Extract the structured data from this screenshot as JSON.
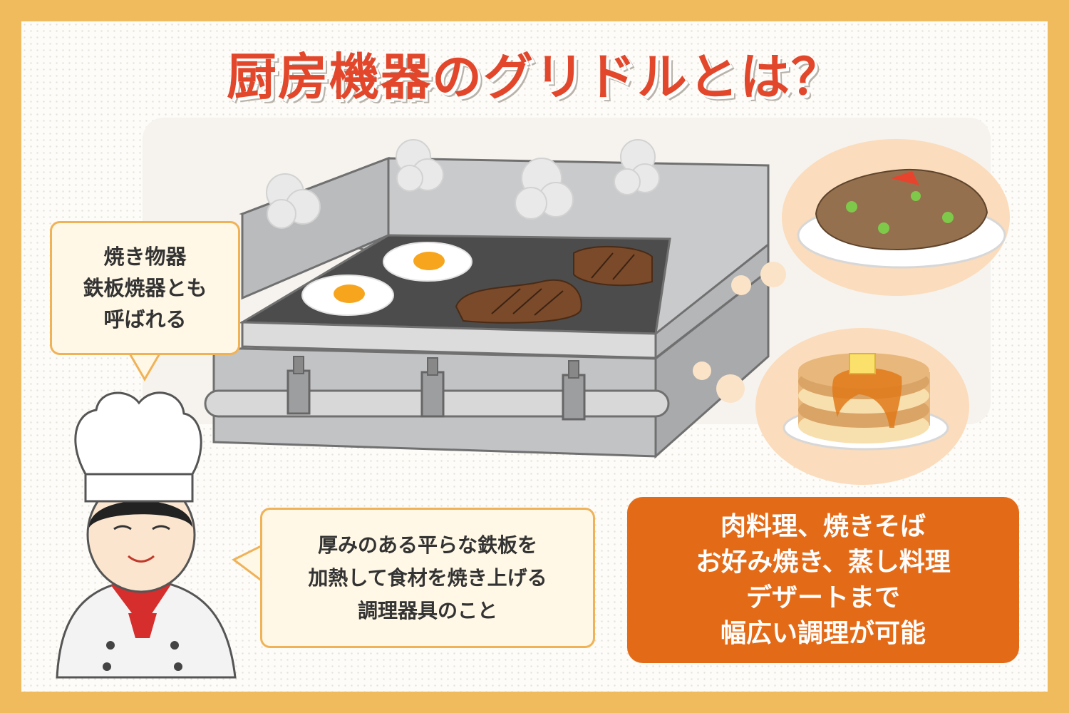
{
  "title": "厨房機器のグリドルとは？",
  "bubble_top_left": "焼き物器\n鉄板焼器とも\n呼ばれる",
  "bubble_bottom": "厚みのある平らな鉄板を\n加熱して食材を焼き上げる\n調理器具のこと",
  "bubble_orange": "肉料理、焼きそば\nお好み焼き、蒸し料理\nデザートまで\n幅広い調理が可能",
  "colors": {
    "background": "#efbb5c",
    "title": "#e2472b",
    "bubble_border": "#f0b257",
    "bubble_fill": "#fff8e6",
    "orange_box": "#e36b18"
  },
  "icons": [
    "chef-icon",
    "griddle-icon",
    "fried-egg-icon",
    "steak-icon",
    "yakisoba-icon",
    "pancake-icon",
    "steam-icon"
  ]
}
